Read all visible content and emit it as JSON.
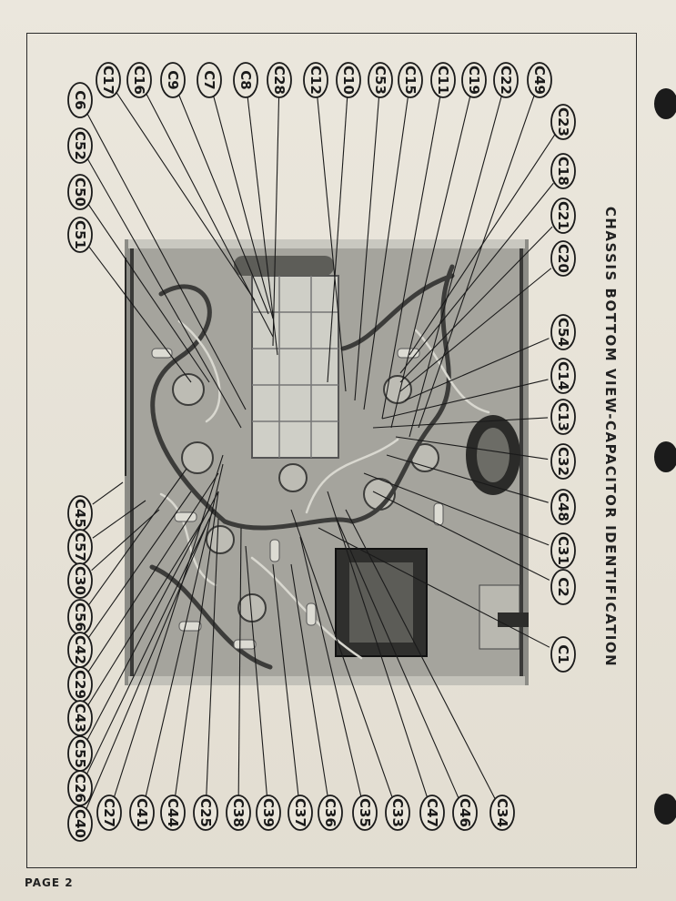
{
  "page_label": "PAGE 2",
  "caption": "CHASSIS BOTTOM VIEW-CAPACITOR IDENTIFICATION",
  "labels": {
    "top": [
      "C17",
      "C16",
      "C9",
      "C7",
      "C8",
      "C28",
      "C12",
      "C10",
      "C53",
      "C15",
      "C11",
      "C19",
      "C22",
      "C49"
    ],
    "left": [
      "C6",
      "C52",
      "C50",
      "C51",
      "C45",
      "C57",
      "C30",
      "C56",
      "C42",
      "C29",
      "C43",
      "C55",
      "C26",
      "C40"
    ],
    "right": [
      "C23",
      "C18",
      "C21",
      "C20",
      "C54",
      "C14",
      "C13",
      "C32",
      "C48",
      "C31",
      "C2",
      "C1"
    ],
    "bottom": [
      "C27",
      "C41",
      "C44",
      "C25",
      "C38",
      "C39",
      "C37",
      "C36",
      "C35",
      "C33",
      "C47",
      "C46",
      "C34"
    ]
  }
}
